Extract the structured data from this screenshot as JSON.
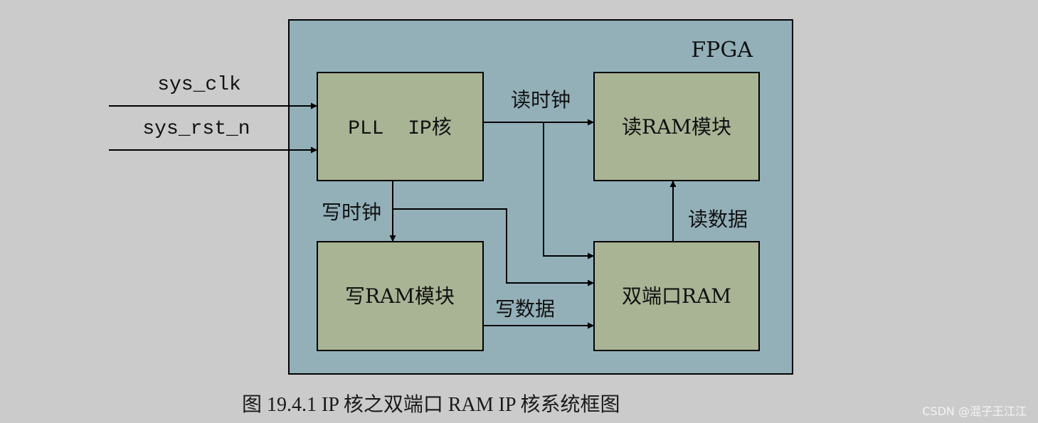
{
  "fpga_label": "FPGA",
  "inputs": {
    "clk": "sys_clk",
    "rst": "sys_rst_n"
  },
  "blocks": {
    "pll": "PLL  IP核",
    "read_ram": "读RAM模块",
    "write_ram": "写RAM模块",
    "dual_ram": "双端口RAM"
  },
  "signals": {
    "read_clock": "读时钟",
    "write_clock": "写时钟",
    "read_data": "读数据",
    "write_data": "写数据"
  },
  "caption": "图 19.4.1 IP 核之双端口 RAM IP 核系统框图",
  "watermark": "CSDN @混子王江江",
  "colors": {
    "background": "#cbcbcb",
    "fpga_fill": "#93b0b9",
    "block_fill": "#a9b495",
    "line": "#000000"
  }
}
